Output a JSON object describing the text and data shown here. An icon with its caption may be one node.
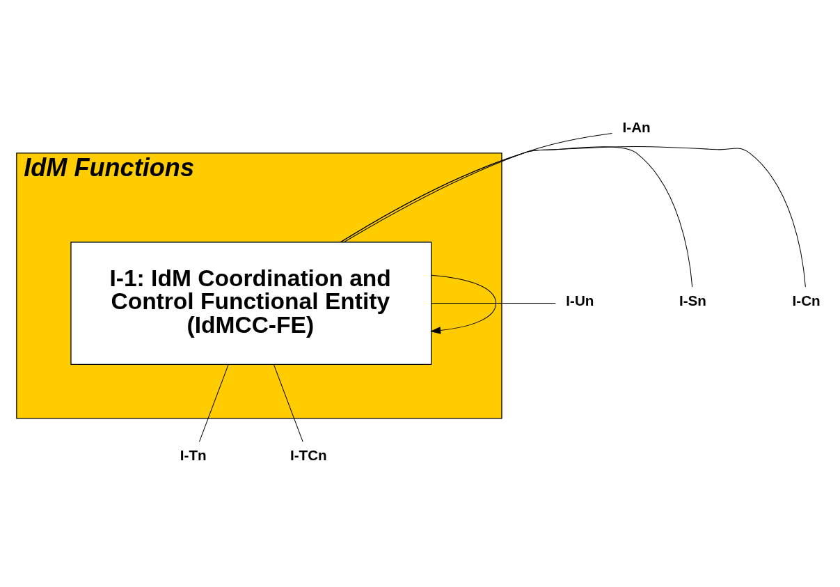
{
  "diagram": {
    "nodes": [
      {
        "text": [
          "IdM Functions"
        ]
      },
      {
        "text": [
          "I-1: IdM Coordination and Control Functional Entity (IdMCC-FE)"
        ],
        "in": 0
      },
      {
        "text": [
          "I-An"
        ]
      },
      {
        "text": [
          "I-Un"
        ]
      },
      {
        "text": [
          "I-Sn"
        ]
      },
      {
        "text": [
          "I-Cn"
        ]
      },
      {
        "text": [
          "I-Tn"
        ]
      },
      {
        "text": [
          "I-TCn"
        ]
      }
    ],
    "edges": [
      {
        "from": 2,
        "to": 1,
        "arrow": "none"
      },
      {
        "from": 3,
        "to": 1,
        "arrow": "none"
      },
      {
        "from": 1,
        "to": 4,
        "arrow": "none"
      },
      {
        "from": 1,
        "to": 5,
        "arrow": "none"
      },
      {
        "from": 1,
        "to": 6,
        "arrow": "none"
      },
      {
        "from": 1,
        "to": 7,
        "arrow": "none"
      },
      {
        "from": 1,
        "to": 1,
        "arrow": "to"
      }
    ]
  }
}
